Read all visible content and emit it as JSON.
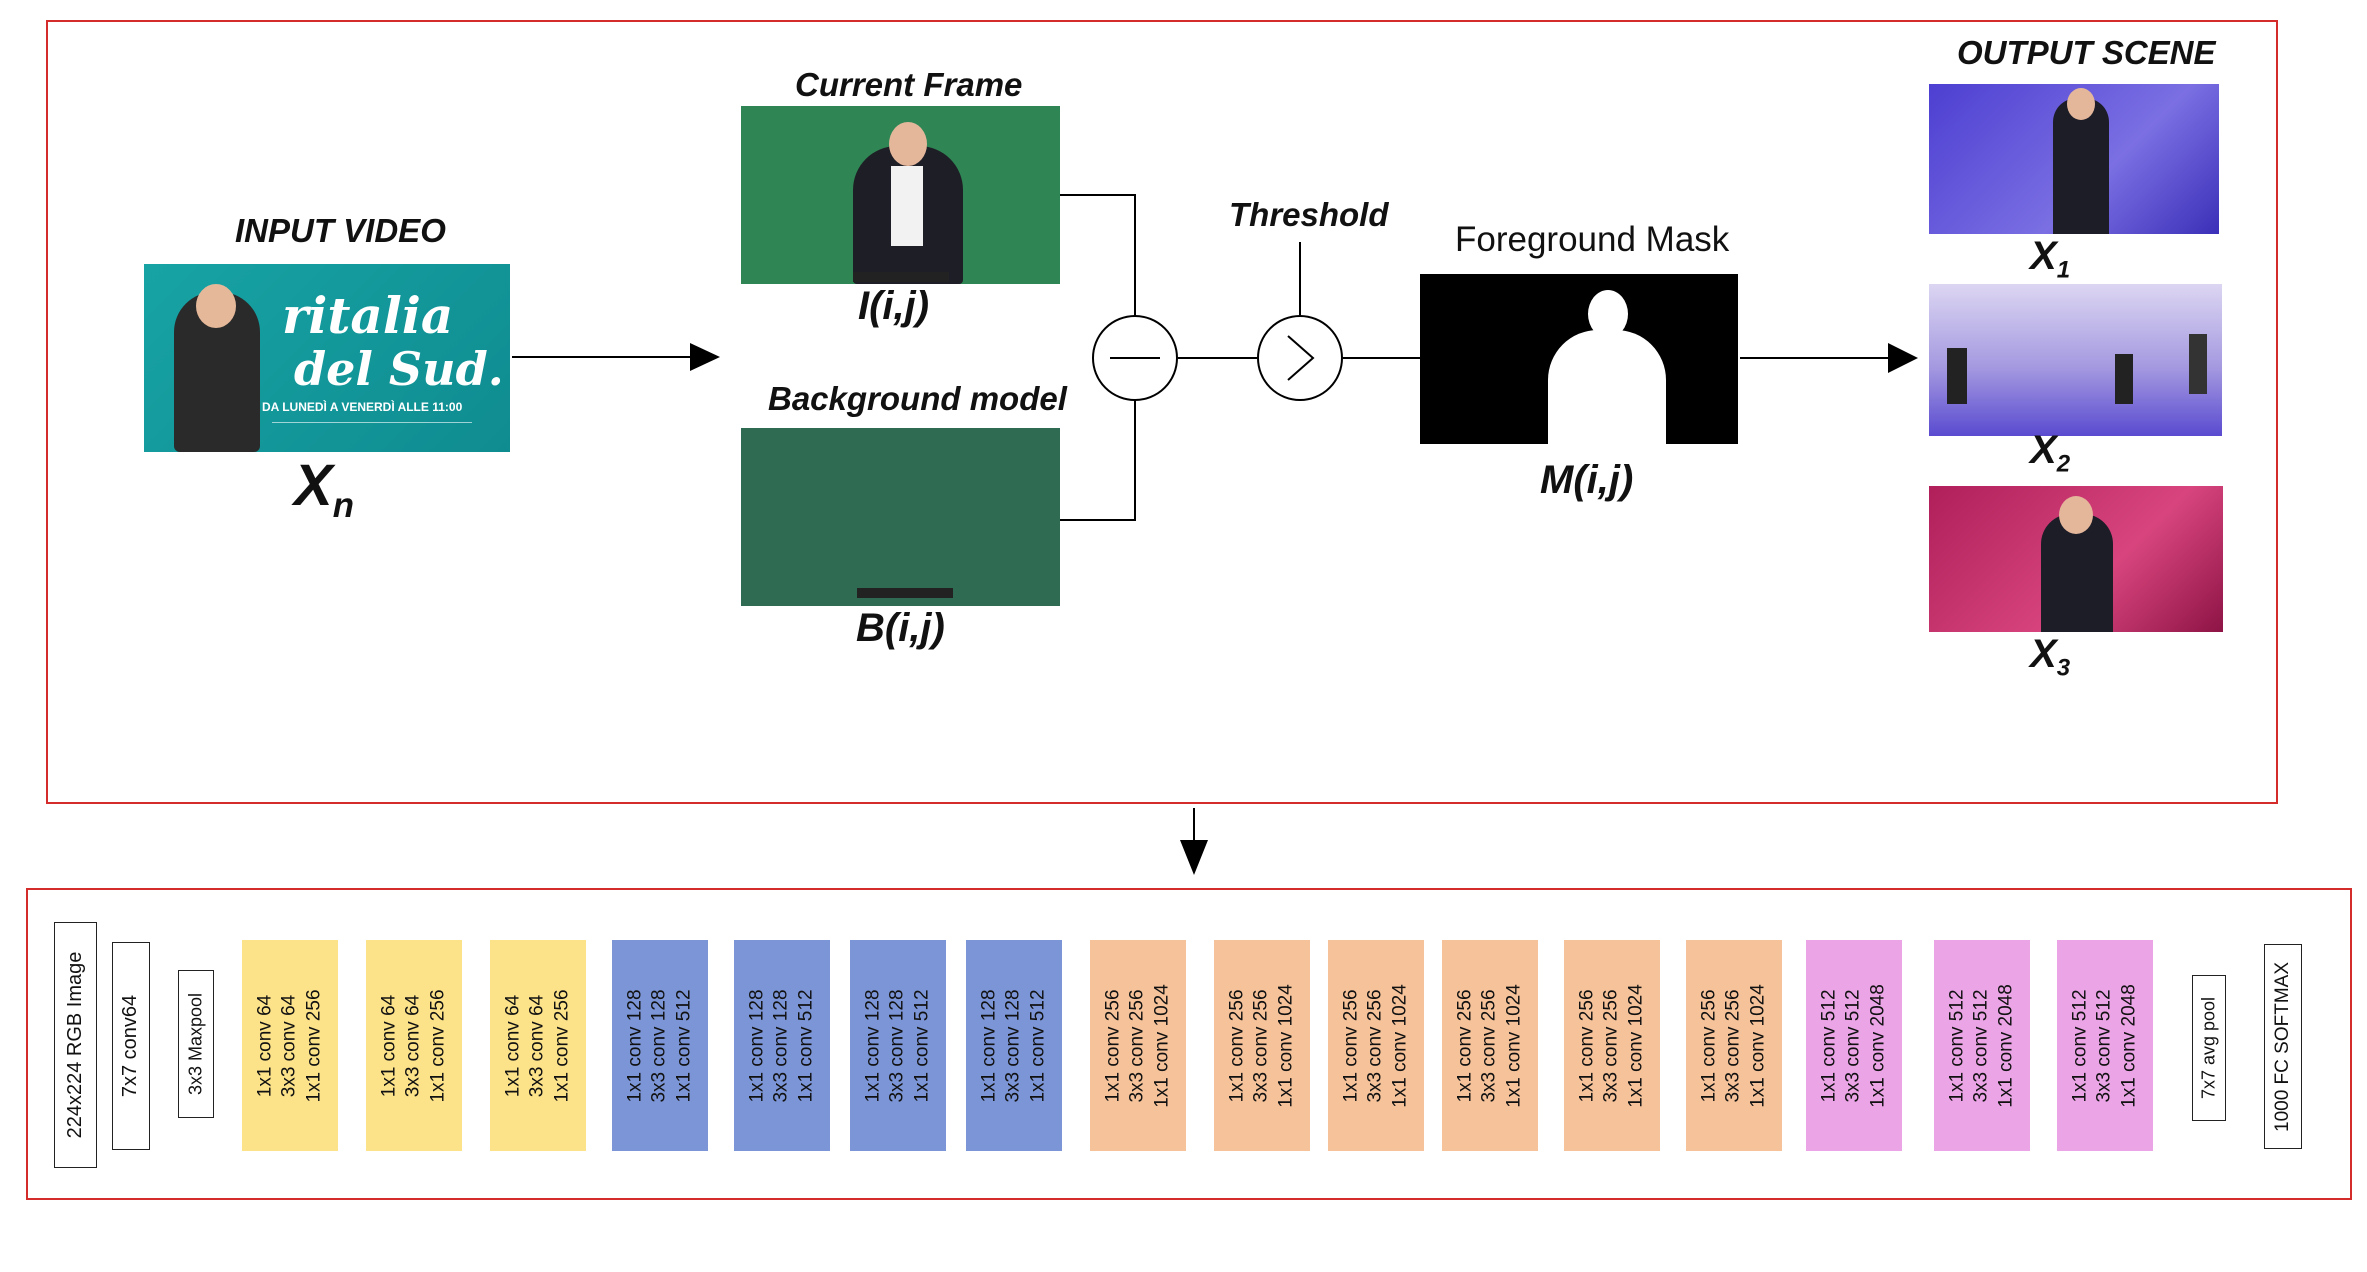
{
  "top_section": {
    "input_video": {
      "title": "INPUT VIDEO",
      "label": "X",
      "label_sub": "n",
      "thumb_text": {
        "line1": "ritalia",
        "line2": "del Sud.",
        "tag": "DA LUNEDÌ A VENERDÌ ALLE 11:00"
      }
    },
    "current_frame": {
      "title": "Current Frame",
      "label": "I(i,j)"
    },
    "background_model": {
      "title": "Background model",
      "label": "B(i,j)"
    },
    "subtract_op": {
      "symbol": "−"
    },
    "threshold": {
      "title": "Threshold",
      "symbol": ">"
    },
    "foreground_mask": {
      "title": "Foreground Mask",
      "label": "M(i,j)"
    },
    "output_scene": {
      "title": "OUTPUT SCENE",
      "items": [
        {
          "label": "X",
          "sub": "1"
        },
        {
          "label": "X",
          "sub": "2"
        },
        {
          "label": "X",
          "sub": "3"
        }
      ]
    }
  },
  "network": {
    "input": "224x224 RGB Image",
    "conv1": "7x7 conv64",
    "maxpool": "3x3 Maxpool",
    "stage1": {
      "color": "#fce38a",
      "lines": [
        "1x1 conv 64",
        "3x3 conv 64",
        "1x1 conv 256"
      ]
    },
    "stage2": {
      "color": "#7b95d6",
      "lines": [
        "1x1 conv 128",
        "3x3 conv 128",
        "1x1 conv 512"
      ]
    },
    "stage3": {
      "color": "#f5c29a",
      "lines": [
        "1x1 conv 256",
        "3x3 conv 256",
        "1x1 conv 1024"
      ]
    },
    "stage4": {
      "color": "#eba4e6",
      "lines": [
        "1x1 conv 512",
        "3x3 conv 512",
        "1x1 conv 2048"
      ]
    },
    "avgpool": "7x7 avg pool",
    "fc": "1000 FC SOFTMAX"
  },
  "colors": {
    "frame_border": "#d42b2b",
    "green_screen": "#2f8553",
    "bg_model": "#2e6b52",
    "teal": "#139a9a"
  }
}
